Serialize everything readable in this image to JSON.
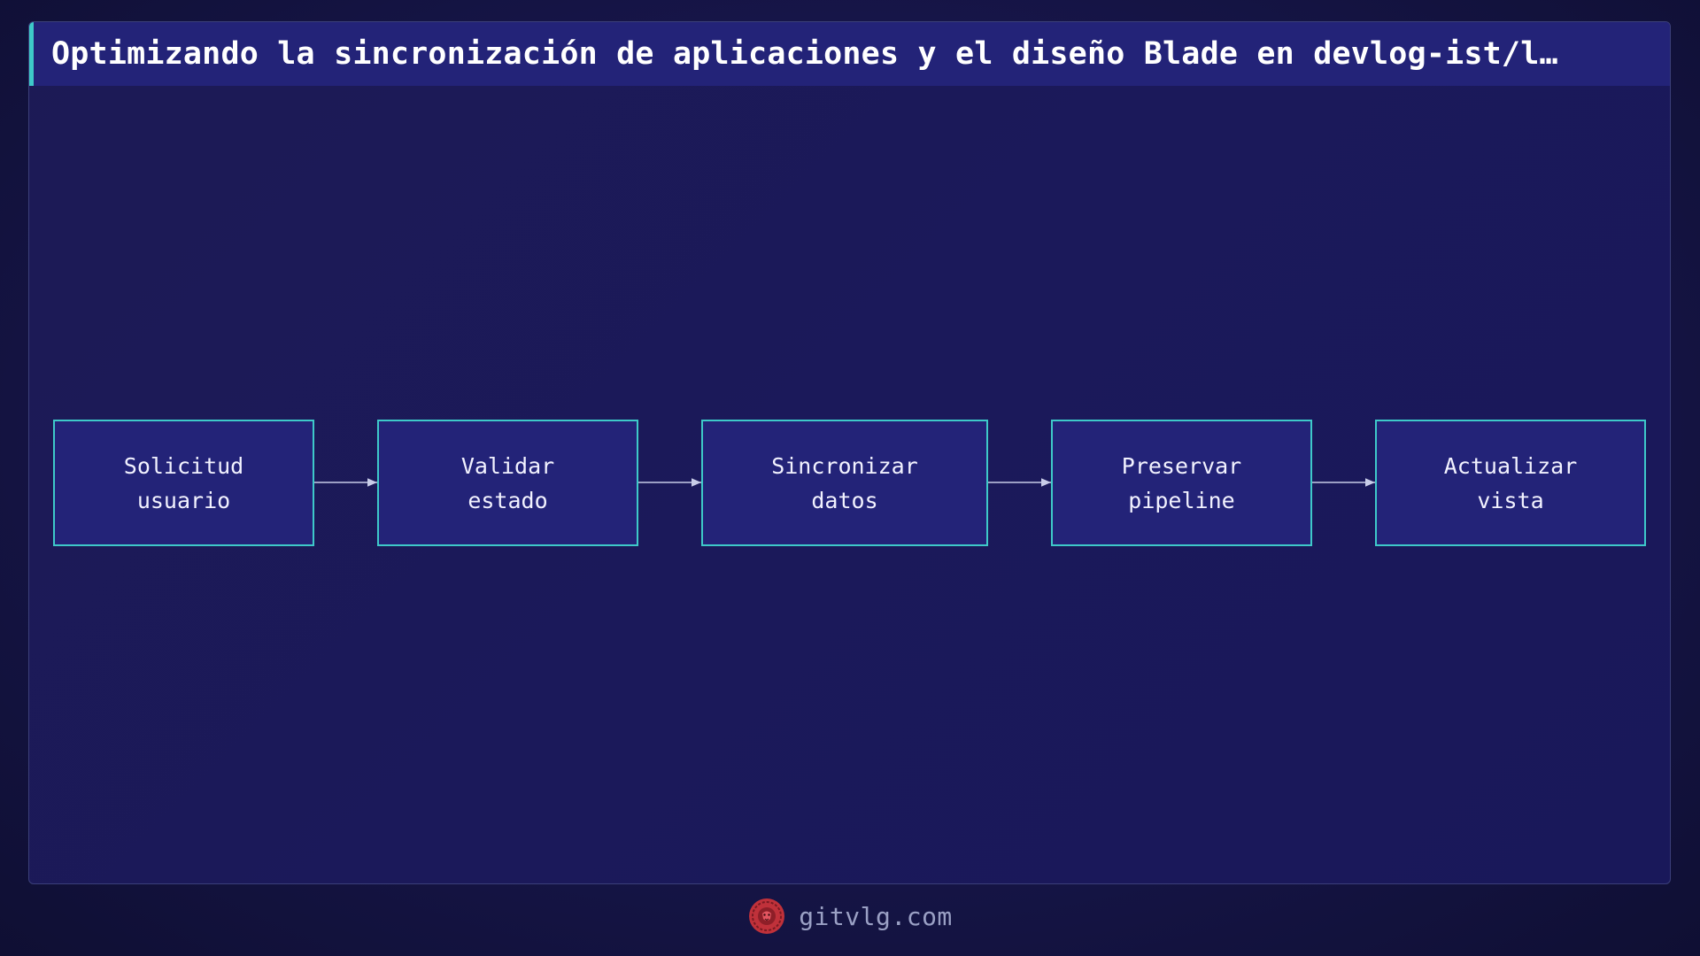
{
  "header": {
    "title": "Optimizando la sincronización de aplicaciones y el diseño Blade en devlog-ist/l…"
  },
  "diagram": {
    "steps": [
      {
        "line1": "Solicitud",
        "line2": "usuario"
      },
      {
        "line1": "Validar",
        "line2": "estado"
      },
      {
        "line1": "Sincronizar",
        "line2": "datos"
      },
      {
        "line1": "Preservar",
        "line2": "pipeline"
      },
      {
        "line1": "Actualizar",
        "line2": "vista"
      }
    ]
  },
  "footer": {
    "site": "gitvlg.com",
    "logo_icon": "lion-logo-icon"
  },
  "colors": {
    "accent": "#3ec9c9",
    "node_fill": "#232378",
    "logo": "#c0313a"
  }
}
